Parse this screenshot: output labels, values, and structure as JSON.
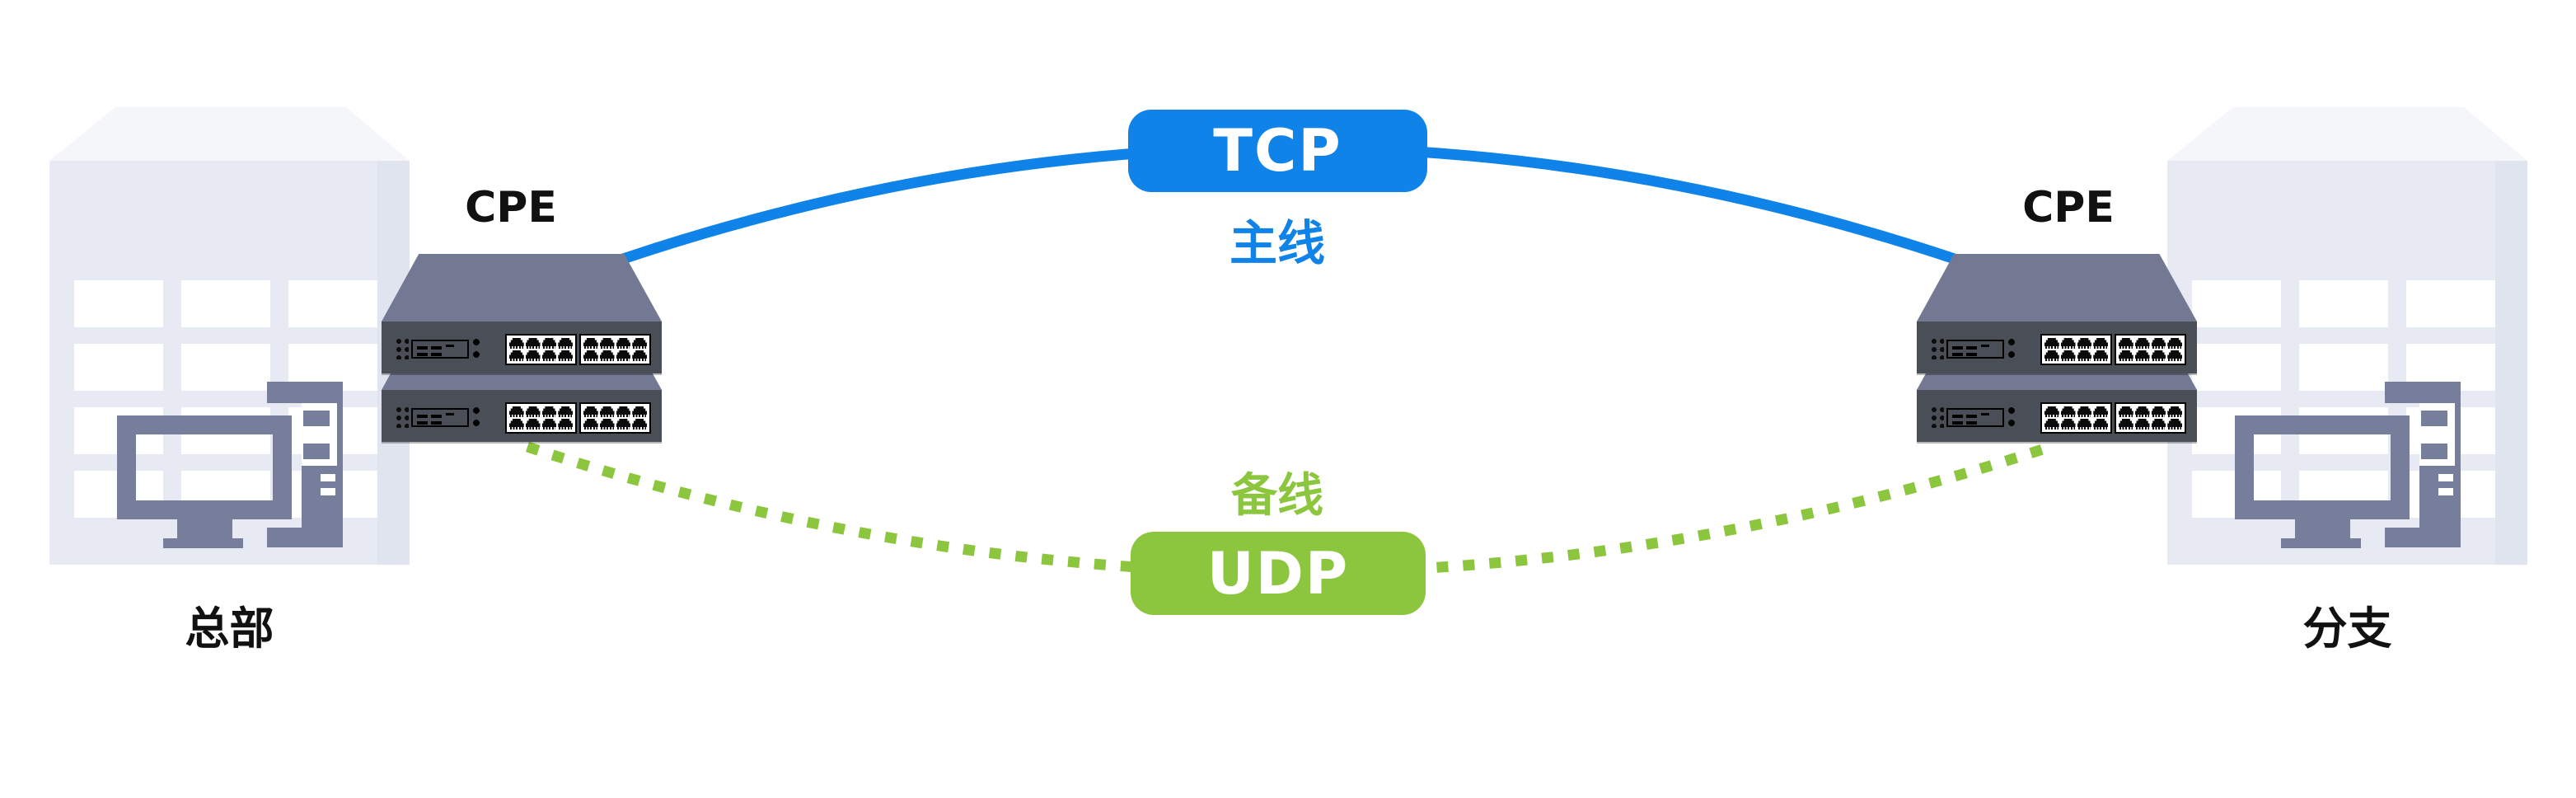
{
  "diagram": {
    "left_site": {
      "name": "总部",
      "cpe_label": "CPE"
    },
    "right_site": {
      "name": "分支",
      "cpe_label": "CPE"
    },
    "links": {
      "primary": {
        "protocol": "TCP",
        "role": "主线",
        "color": "#1083e8",
        "line_style": "solid"
      },
      "backup": {
        "protocol": "UDP",
        "role": "备线",
        "color": "#8cc63f",
        "line_style": "dotted"
      }
    },
    "colors": {
      "building_face": "#e7eaf3",
      "building_roof": "#f5f6fa",
      "computer_icon": "#777e9c",
      "switch_top": "#737992",
      "switch_front": "#4a4e56"
    },
    "icons": {
      "site": "building-icon",
      "host": "desktop-computer-icon",
      "cpe": "network-switch-icon",
      "port": "rj45-port-icon"
    }
  }
}
